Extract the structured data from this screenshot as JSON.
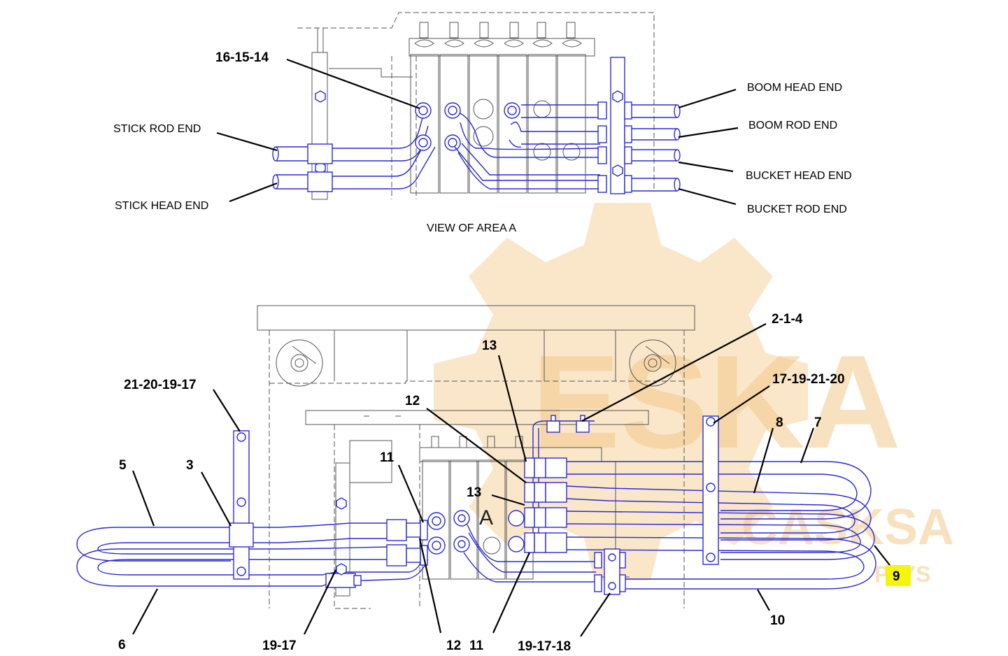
{
  "diagram": {
    "top_view": {
      "caption": "VIEW OF AREA A",
      "labels": {
        "part_top": "16-15-14",
        "stick_rod_end": "STICK ROD END",
        "stick_head_end": "STICK HEAD END",
        "boom_head_end": "BOOM HEAD END",
        "boom_rod_end": "BOOM ROD END",
        "bucket_head_end": "BUCKET HEAD END",
        "bucket_rod_end": "BUCKET ROD END"
      }
    },
    "bottom_view": {
      "area_marker": "A",
      "callouts": {
        "c_2_1_4": "2-1-4",
        "c_13_top": "13",
        "c_17_19_21_20": "17-19-21-20",
        "c_12_top": "12",
        "c_8": "8",
        "c_7": "7",
        "c_21_20_19_17": "21-20-19-17",
        "c_11_top": "11",
        "c_13_mid": "13",
        "c_5": "5",
        "c_3": "3",
        "c_9": "9",
        "c_6": "6",
        "c_19_17": "19-17",
        "c_12_bottom": "12",
        "c_11_bottom": "11",
        "c_19_17_18": "19-17-18",
        "c_10": "10"
      },
      "highlighted_callout": "9"
    },
    "watermark": {
      "brand": "ESKA",
      "sub": "CASKSA",
      "suffix": "PLYS"
    }
  },
  "colors": {
    "hose": "#2a2ad6",
    "structure": "#555555",
    "leader": "#000000",
    "highlight": "#f5f50a",
    "watermark": "#f3c989"
  }
}
